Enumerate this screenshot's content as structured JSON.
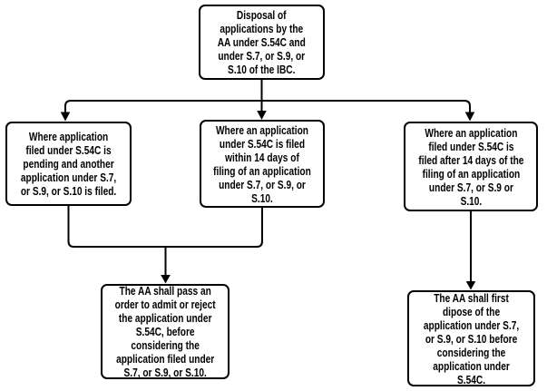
{
  "colors": {
    "background": "#ffffff",
    "node_fill": "#ffffff",
    "node_border": "#000000",
    "node_text": "#000000",
    "connector": "#000000"
  },
  "nodes": {
    "top": {
      "text": "Disposal of\napplications by the\nAA under S.54C and\nunder S.7, or S.9, or\nS.10 of the IBC."
    },
    "left": {
      "text": "Where application\nfiled under S.54C is\npending and another\napplication under S.7,\nor S.9, or S.10 is filed."
    },
    "center": {
      "text": "Where an application\nunder S.54C is filed\nwithin 14 days of\nfiling of an application\nunder S.7, or S.9, or\nS.10."
    },
    "right": {
      "text": "Where an application\nfiled under S.54C is\nfiled after 14 days of the\nfiling of an application\nunder S.7, or S.9 or\nS.10."
    },
    "bottom_center": {
      "text": "The AA shall pass an\norder to admit or reject\nthe application under\nS.54C, before\nconsidering the\napplication filed under\nS.7, or S.9, or S.10."
    },
    "bottom_right": {
      "text": "The AA shall first\ndipose of the\napplication under S.7,\nor S.9, or S.10 before\nconsidering the\napplication under\nS.54C."
    }
  },
  "edges": [
    {
      "from": "top",
      "to": "left"
    },
    {
      "from": "top",
      "to": "center"
    },
    {
      "from": "top",
      "to": "right"
    },
    {
      "from": "left",
      "to": "bottom_center"
    },
    {
      "from": "center",
      "to": "bottom_center"
    },
    {
      "from": "right",
      "to": "bottom_right"
    }
  ]
}
